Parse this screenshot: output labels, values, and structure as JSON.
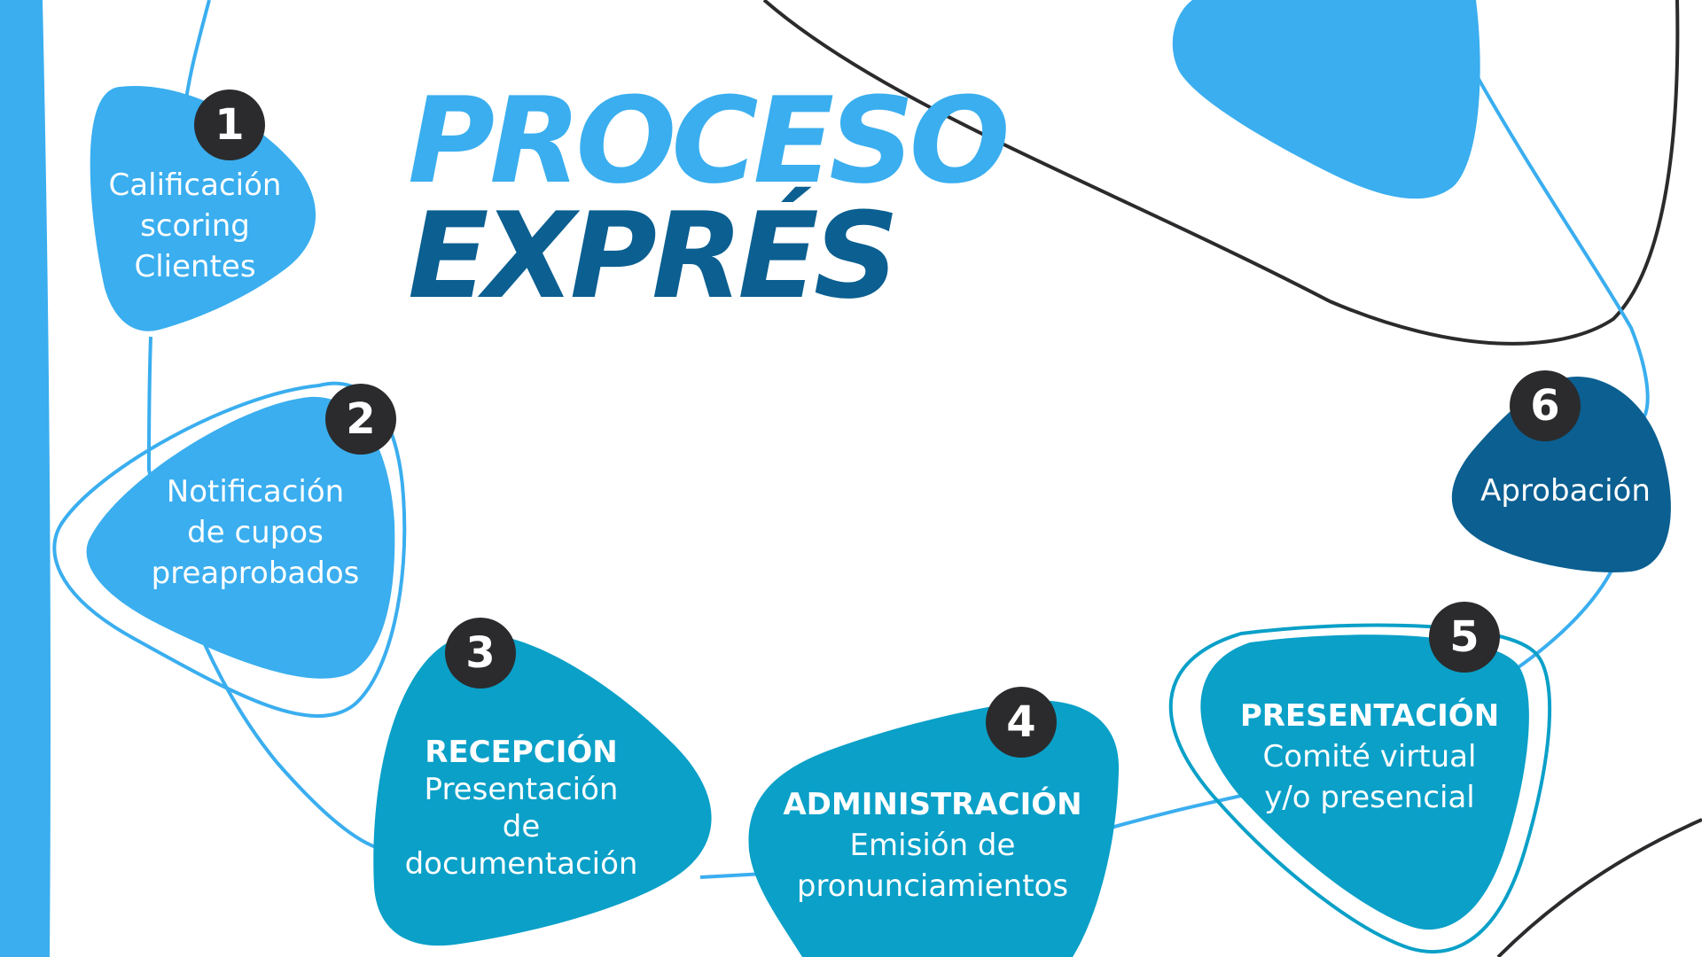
{
  "title": {
    "line1": "PROCESO",
    "line2": "EXPRÉS"
  },
  "colors": {
    "light": "#3aaeef",
    "teal": "#0aa0c8",
    "dark": "#0b5f91",
    "badge": "#2b2b2d",
    "line_dark": "#2b2b2d"
  },
  "steps": [
    {
      "number": "1",
      "heading": "",
      "lines": [
        "Calificación",
        "scoring",
        "Clientes"
      ]
    },
    {
      "number": "2",
      "heading": "",
      "lines": [
        "Notificación",
        "de cupos",
        "preaprobados"
      ]
    },
    {
      "number": "3",
      "heading": "RECEPCIÓN",
      "lines": [
        "Presentación",
        "de",
        "documentación"
      ]
    },
    {
      "number": "4",
      "heading": "ADMINISTRACIÓN",
      "lines": [
        "Emisión de",
        "pronunciamientos"
      ]
    },
    {
      "number": "5",
      "heading": "PRESENTACIÓN",
      "lines": [
        "Comité virtual",
        "y/o presencial"
      ]
    },
    {
      "number": "6",
      "heading": "",
      "lines": [
        "Aprobación"
      ]
    }
  ]
}
